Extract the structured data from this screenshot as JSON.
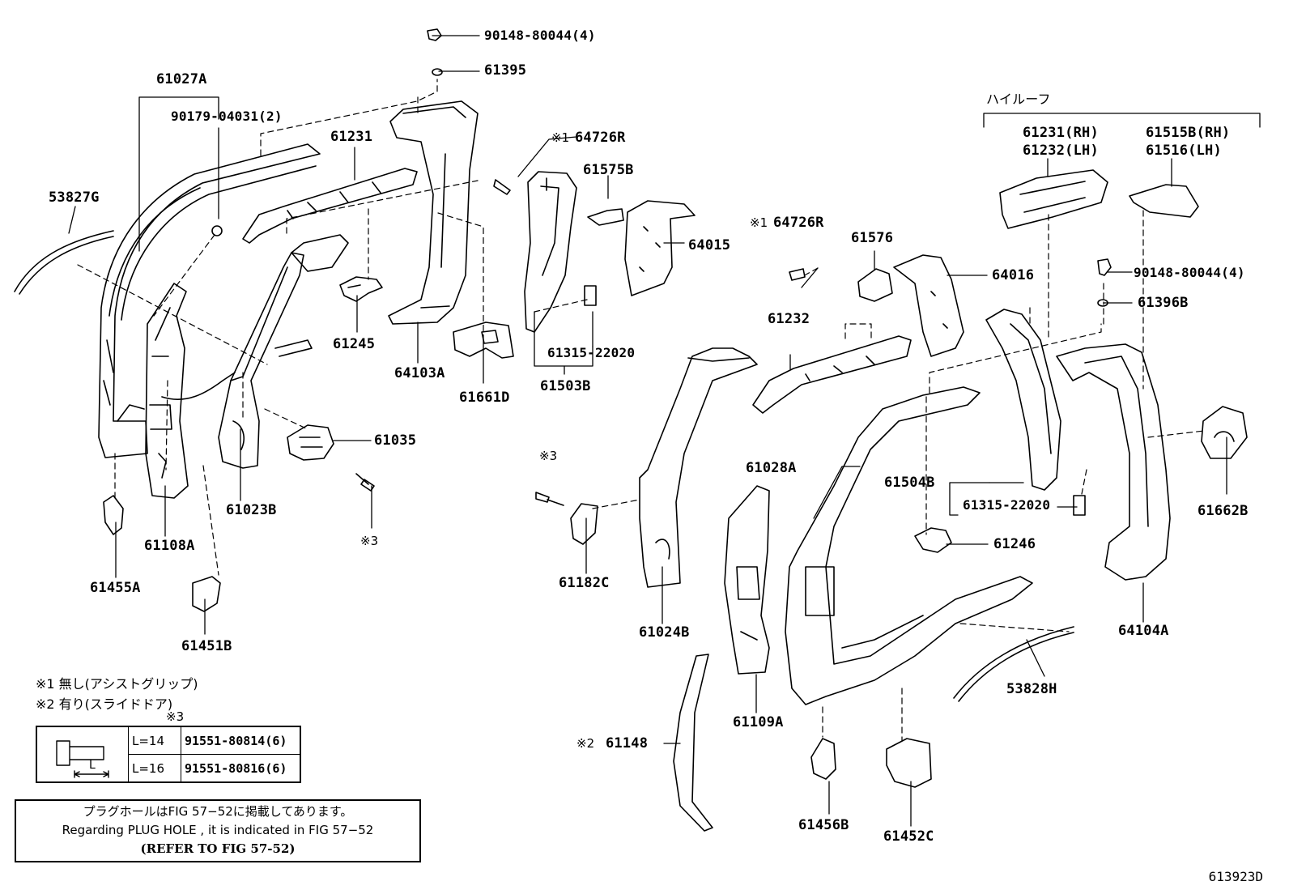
{
  "labels": [
    {
      "id": "p90148a",
      "text": "90148-80044(4)"
    },
    {
      "id": "p61395",
      "text": "61395"
    },
    {
      "id": "p61027A",
      "text": "61027A"
    },
    {
      "id": "p90179",
      "text": "90179-04031(2)"
    },
    {
      "id": "p61231",
      "text": "61231"
    },
    {
      "id": "p64726R_a",
      "text": "64726R"
    },
    {
      "id": "p53827G",
      "text": "53827G"
    },
    {
      "id": "p61575B",
      "text": "61575B"
    },
    {
      "id": "p64015",
      "text": "64015"
    },
    {
      "id": "p61245",
      "text": "61245"
    },
    {
      "id": "p64103A",
      "text": "64103A"
    },
    {
      "id": "p61315a",
      "text": "61315-22020"
    },
    {
      "id": "p61661D",
      "text": "61661D"
    },
    {
      "id": "p61503B",
      "text": "61503B"
    },
    {
      "id": "p61035",
      "text": "61035"
    },
    {
      "id": "p61023B",
      "text": "61023B"
    },
    {
      "id": "p61108A",
      "text": "61108A"
    },
    {
      "id": "p61455A",
      "text": "61455A"
    },
    {
      "id": "p61451B",
      "text": "61451B"
    },
    {
      "id": "p64726R_b",
      "text": "64726R"
    },
    {
      "id": "p61576",
      "text": "61576"
    },
    {
      "id": "p64016",
      "text": "64016"
    },
    {
      "id": "p61232",
      "text": "61232"
    },
    {
      "id": "p61028A",
      "text": "61028A"
    },
    {
      "id": "p61182C",
      "text": "61182C"
    },
    {
      "id": "p61024B",
      "text": "61024B"
    },
    {
      "id": "p61504B",
      "text": "61504B"
    },
    {
      "id": "p61315b",
      "text": "61315-22020"
    },
    {
      "id": "p61246",
      "text": "61246"
    },
    {
      "id": "p61109A",
      "text": "61109A"
    },
    {
      "id": "p61148",
      "text": "61148"
    },
    {
      "id": "p53828H",
      "text": "53828H"
    },
    {
      "id": "p61456B",
      "text": "61456B"
    },
    {
      "id": "p61452C",
      "text": "61452C"
    },
    {
      "id": "p61231rh",
      "text": "61231(RH)"
    },
    {
      "id": "p61232lh",
      "text": "61232(LH)"
    },
    {
      "id": "p61515B",
      "text": "61515B(RH)"
    },
    {
      "id": "p61516",
      "text": "61516(LH)"
    },
    {
      "id": "p90148b",
      "text": "90148-80044(4)"
    },
    {
      "id": "p61396B",
      "text": "61396B"
    },
    {
      "id": "p61662B",
      "text": "61662B"
    },
    {
      "id": "p64104A",
      "text": "64104A"
    }
  ],
  "marks": {
    "note1": "※1",
    "note2": "※2",
    "note3": "※3"
  },
  "high_roof": "ハイルーフ",
  "notes": [
    "※1 無し(アシストグリップ)",
    "※2 有り(スライドドア)"
  ],
  "bolt_table": {
    "mark": "※3",
    "dimension_label": "L",
    "rows": [
      {
        "length": "L=14",
        "part": "91551-80814(6)"
      },
      {
        "length": "L=16",
        "part": "91551-80816(6)"
      }
    ]
  },
  "plug_note": {
    "jp": "プラグホールはFIG 57−52に掲載してあります。",
    "en": "Regarding  PLUG  HOLE , it is indicated in  FIG  57−52",
    "ref": "(REFER TO FIG 57-52)"
  },
  "figure_id": "613923D",
  "colors": {
    "line": "#000000",
    "background": "#ffffff"
  }
}
